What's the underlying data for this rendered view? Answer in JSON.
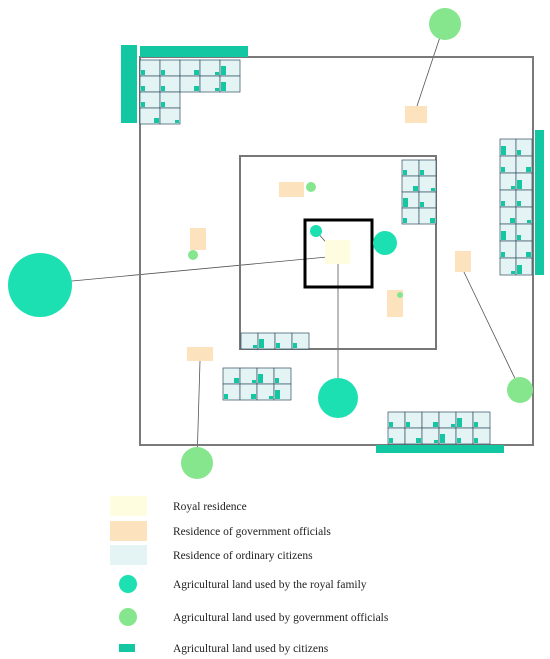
{
  "colors": {
    "royal_residence": "#fffde0",
    "official_residence": "#fde3bd",
    "citizen_residence": "#e4f3f3",
    "royal_land": "#1de0b2",
    "official_land": "#86e68d",
    "citizen_land": "#14c7a3",
    "outer_wall": "#7a7a7a",
    "inner_wall": "#777777",
    "palace_wall": "#000000",
    "grid_line": "#2f4f60"
  },
  "legend": {
    "items": [
      {
        "key": "royal-residence",
        "label": "Royal residence",
        "swatch": "rect",
        "color": "#fffde0"
      },
      {
        "key": "official-residence",
        "label": "Residence of government officials",
        "swatch": "rect",
        "color": "#fde3bd"
      },
      {
        "key": "citizen-residence",
        "label": "Residence of ordinary citizens",
        "swatch": "rect",
        "color": "#e4f3f3"
      },
      {
        "key": "royal-land",
        "label": "Agricultural land used by the royal family",
        "swatch": "circle",
        "color": "#1de0b2"
      },
      {
        "key": "official-land",
        "label": "Agricultural land used by government officials",
        "swatch": "circle",
        "color": "#86e68d"
      },
      {
        "key": "citizen-land",
        "label": "Agricultural land used by citizens",
        "swatch": "bar",
        "color": "#14c7a3"
      }
    ]
  }
}
